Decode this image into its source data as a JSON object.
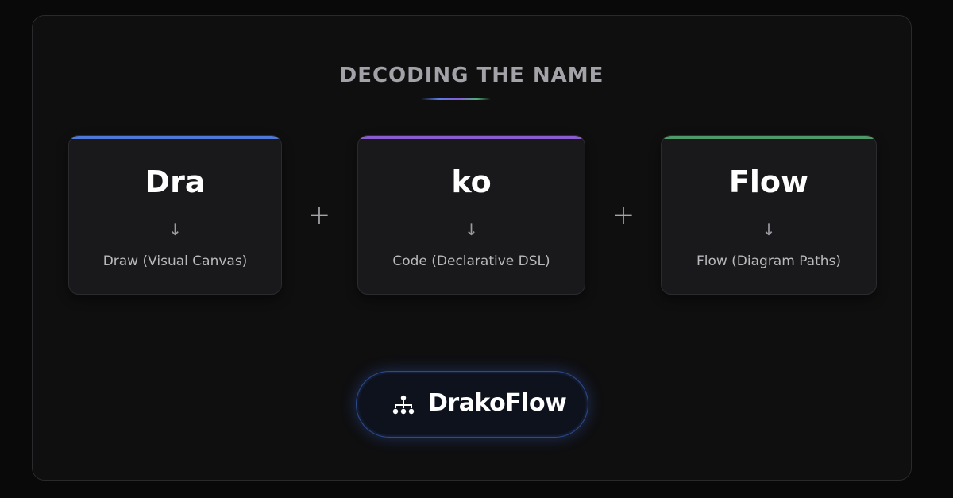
{
  "header": {
    "title": "DECODING THE NAME"
  },
  "cards": [
    {
      "syllable": "Dra",
      "arrow": "↓",
      "meaning": "Draw (Visual Canvas)",
      "accent_color": "#4f79d6"
    },
    {
      "syllable": "ko",
      "arrow": "↓",
      "meaning": "Code (Declarative DSL)",
      "accent_color": "#8a5ccf"
    },
    {
      "syllable": "Flow",
      "arrow": "↓",
      "meaning": "Flow (Diagram Paths)",
      "accent_color": "#4f9a69"
    }
  ],
  "operators": [
    "+",
    "+"
  ],
  "brand": {
    "name": "DrakoFlow",
    "icon": "sitemap-icon"
  },
  "colors": {
    "background": "#09090a",
    "panel": "#0f0f10",
    "card": "#19191b",
    "brand_border": "#2e4a8a"
  }
}
